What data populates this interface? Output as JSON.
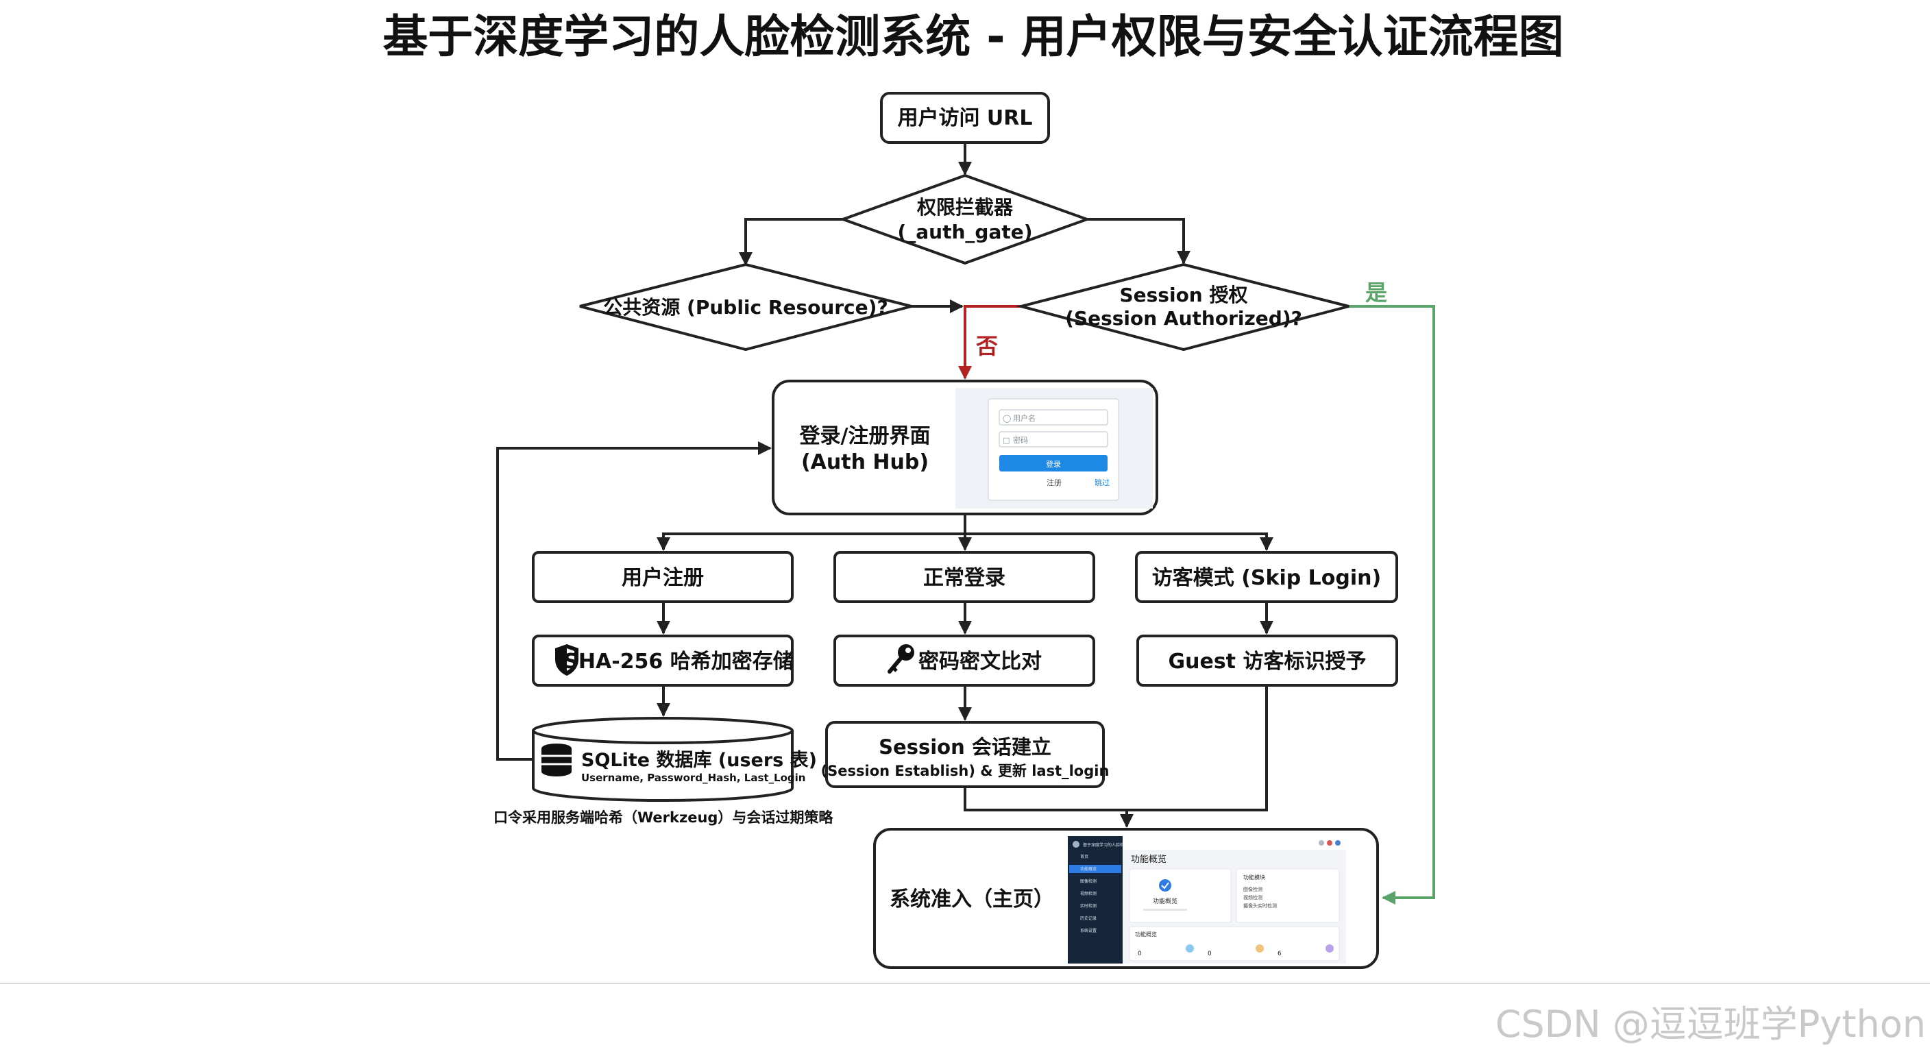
{
  "title": "基于深度学习的人脸检测系统 - 用户权限与安全认证流程图",
  "nodes": {
    "start": "用户访问 URL",
    "auth_gate_line1": "权限拦截器",
    "auth_gate_line2": "(_auth_gate)",
    "public_resource": "公共资源 (Public Resource)?",
    "session_line1": "Session 授权",
    "session_line2": "(Session Authorized)?",
    "auth_hub_line1": "登录/注册界面",
    "auth_hub_line2": "(Auth Hub)",
    "register": "用户注册",
    "login": "正常登录",
    "guest": "访客模式 (Skip Login)",
    "sha256": "SHA-256 哈希加密存储",
    "password_compare": "密码密文比对",
    "guest_token": "Guest 访客标识授予",
    "db_line1": "SQLite 数据库 (users 表)",
    "db_line2": "Username, Password_Hash, Last_Login",
    "session_est_line1": "Session 会话建立",
    "session_est_line2": "(Session Establish) & 更新 last_login",
    "note": "口令采用服务端哈希（Werkzeug）与会话过期策略",
    "system_access": "系统准入（主页）"
  },
  "edge_labels": {
    "no": "否",
    "yes": "是"
  },
  "login_preview": {
    "username_placeholder": "用户名",
    "password_placeholder": "密码",
    "login_button": "登录",
    "register_link": "注册",
    "skip_link": "跳过"
  },
  "home_preview": {
    "app_title": "基于深度学习的人脸检测系统",
    "section_title": "功能概览",
    "card_title": "功能概览",
    "panel_title": "功能模块",
    "panel_items": [
      "图像检测",
      "视频检测",
      "摄像头实时检测"
    ],
    "stats_title": "功能概览",
    "stat_values": [
      "0",
      "0",
      "6"
    ],
    "sidebar_items": [
      "首页",
      "功能概览",
      "图像检测",
      "视频检测",
      "实时检测",
      "历史记录",
      "系统设置"
    ]
  },
  "colors": {
    "no_edge": "#b22222",
    "yes_edge": "#5aa469",
    "login_button": "#1e88e5",
    "sidebar": "#15263a"
  },
  "watermark": "CSDN @逗逗班学Python"
}
